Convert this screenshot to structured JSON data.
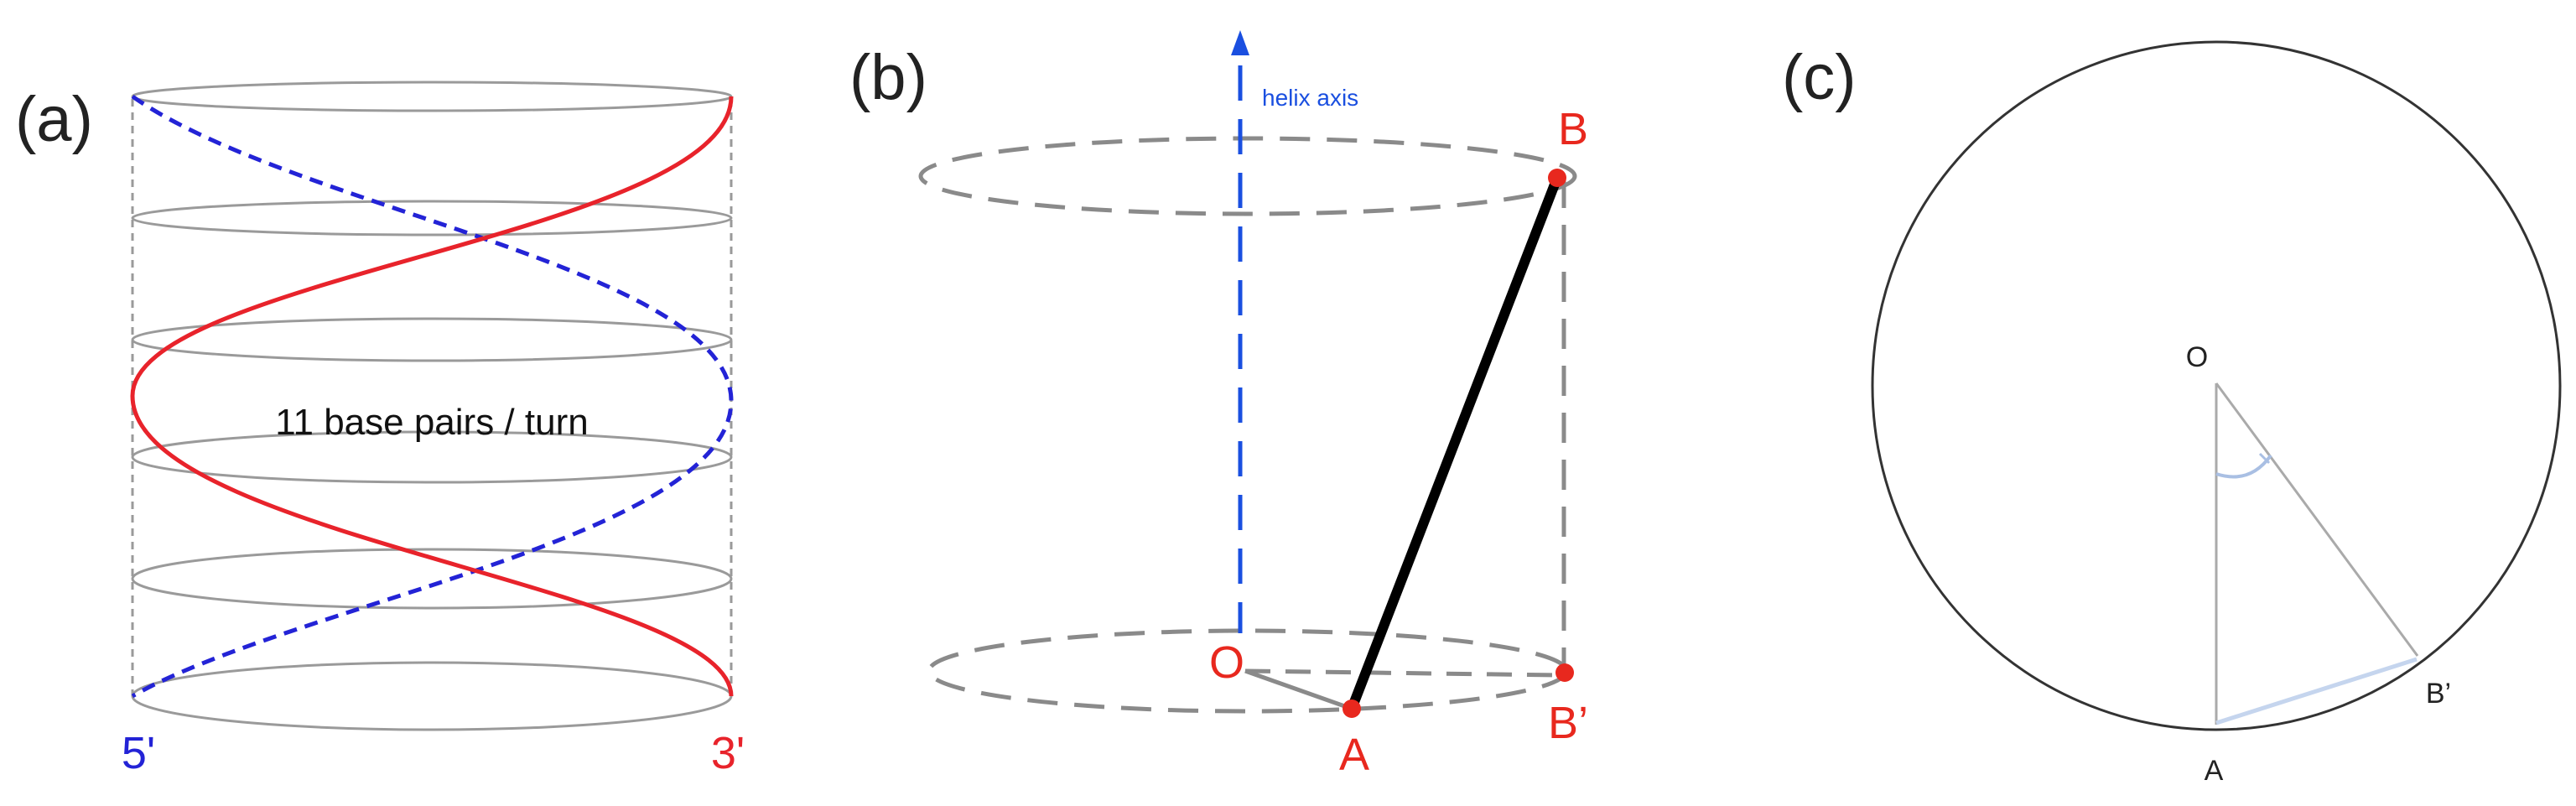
{
  "panels": {
    "a": {
      "label": "(a)",
      "annotation": "11 base pairs / turn",
      "end_left": "5'",
      "end_right": "3'"
    },
    "b": {
      "label": "(b)",
      "axis_label": "helix axis",
      "point_top": "B",
      "point_center": "O",
      "point_a": "A",
      "point_b_proj": "B’"
    },
    "c": {
      "label": "(c)",
      "point_center": "O",
      "point_a": "A",
      "point_b_proj": "B’"
    }
  },
  "colors": {
    "strand_solid": "#e8232b",
    "strand_dashed": "#2323d6",
    "axis": "#1a4fe0",
    "point": "#e8281e",
    "ring": "#9a9a9a",
    "dashed_ring": "#8a8a8a",
    "segment": "#000000",
    "chord": "#c5d5ee",
    "angle_arc": "#a9bfe3"
  }
}
